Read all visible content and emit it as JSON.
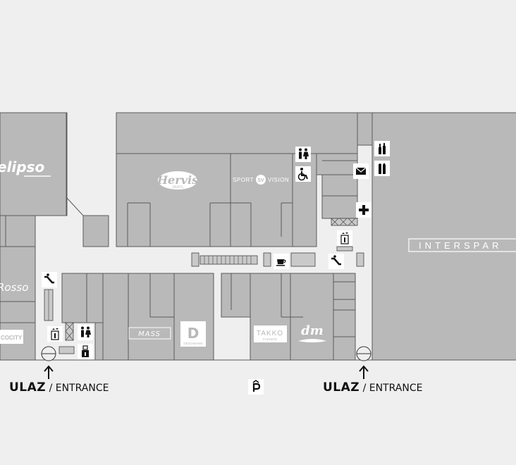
{
  "colors": {
    "background": "#efefef",
    "unit": "#b9b9b9",
    "line": "#5a5a5a",
    "corridor": "#f1f1f1",
    "icon_bg": "#ffffff"
  },
  "stores": {
    "elipso": "elipso",
    "hervis": "Hervis",
    "hervis_sub": "SPORTS",
    "sport_vision_left": "SPORT",
    "sport_vision_right": "VISION",
    "interspar": "INTERSPAR",
    "rosso": "Rosso",
    "deichmann": "D",
    "deichmann_sub": "DEICHMANN",
    "takko": "TAKKO",
    "takko_sub": "FASHION",
    "dm": "dm",
    "mass": "MASS",
    "cocity": "COCITY"
  },
  "entrances": [
    {
      "bold": "ULAZ",
      "rest": " / ENTRANCE"
    },
    {
      "bold": "ULAZ",
      "rest": " / ENTRANCE"
    }
  ],
  "icons": [
    "toilets-icon",
    "wheelchair-icon",
    "post-office-icon",
    "pharmacy-icon",
    "liquor-icon",
    "cosmetics-icon",
    "elevator-icon",
    "cafe-icon",
    "escalator-icon",
    "atm-icon",
    "parking-icon",
    "entrance-arrow-icon"
  ]
}
